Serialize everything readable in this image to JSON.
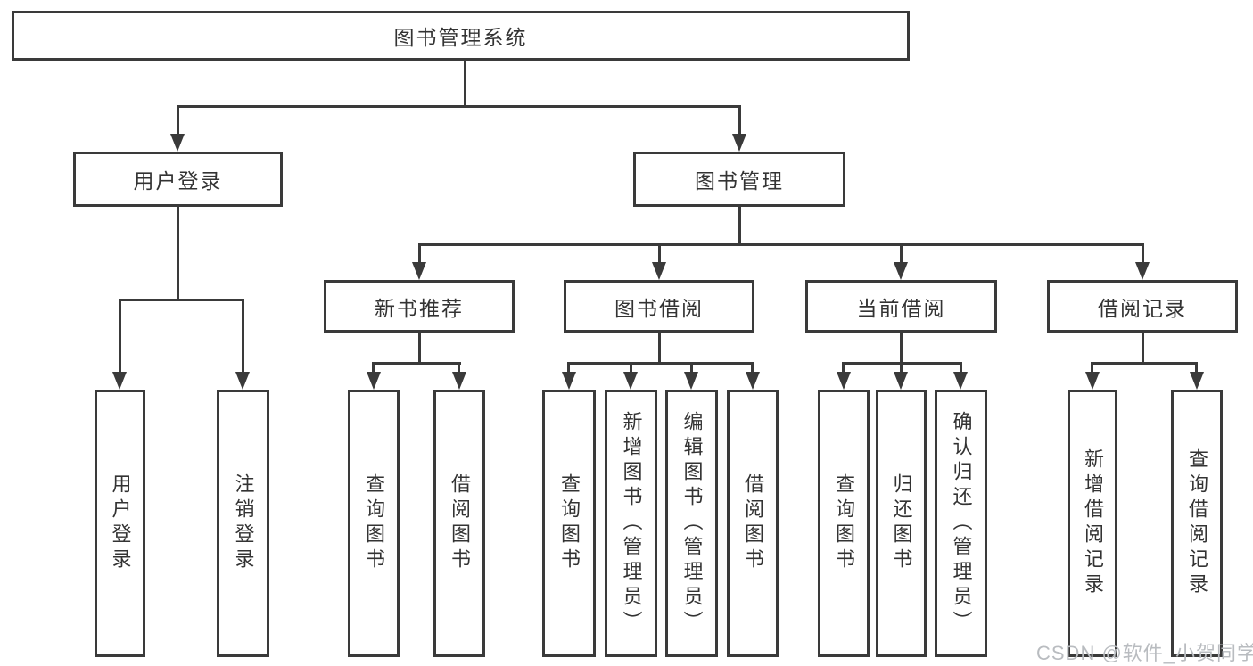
{
  "diagram": {
    "root": {
      "label": "图书管理系统"
    },
    "level2": [
      {
        "label": "用户登录"
      },
      {
        "label": "图书管理"
      }
    ],
    "level3": [
      {
        "label": "新书推荐"
      },
      {
        "label": "图书借阅"
      },
      {
        "label": "当前借阅"
      },
      {
        "label": "借阅记录"
      }
    ],
    "leaves": {
      "user_login": [
        "用户登录",
        "注销登录"
      ],
      "new_book": [
        "查询图书",
        "借阅图书"
      ],
      "book_borrow": [
        "查询图书",
        "新增图书（管理员）",
        "编辑图书（管理员）",
        "借阅图书"
      ],
      "current_borrow": [
        "查询图书",
        "归还图书",
        "确认归还（管理员）"
      ],
      "borrow_record": [
        "新增借阅记录",
        "查询借阅记录"
      ]
    },
    "colors": {
      "line": "#3a3a3a",
      "text": "#333333",
      "watermark": "#b9bcc0"
    }
  },
  "watermark": {
    "text": "CSDN @软件_小贺同学"
  }
}
